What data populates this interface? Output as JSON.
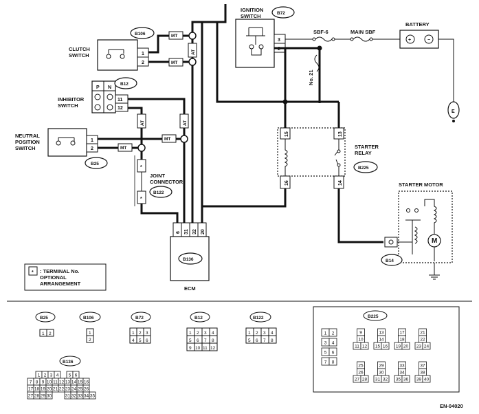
{
  "components": {
    "ignition_switch": "IGNITION\nSWITCH",
    "battery": "BATTERY",
    "sbf6": "SBF-6",
    "main_sbf": "MAIN SBF",
    "fuse21": "No. 21",
    "clutch_switch": "CLUTCH\nSWITCH",
    "inhibitor_switch": "INHIBITOR\nSWITCH",
    "neutral_switch": "NEUTRAL\nPOSITION\nSWITCH",
    "joint_connector": "JOINT\nCONNECTOR",
    "starter_relay": "STARTER\nRELAY",
    "starter_motor": "STARTER MOTOR",
    "ecm": "ECM",
    "motor_symbol": "M",
    "ground_symbol": "E",
    "inhibitor_p": "P",
    "inhibitor_n": "N",
    "joint_star": "*",
    "legend_text": ": TERMINAL No.\nOPTIONAL\nARRANGEMENT",
    "legend_star": "*"
  },
  "connector_ids": {
    "b72": "B72",
    "b106": "B106",
    "b12": "B12",
    "b25": "B25",
    "b122": "B122",
    "b136": "B136",
    "b225": "B225",
    "b14": "B14"
  },
  "pins": {
    "clutch": [
      "1",
      "2"
    ],
    "ign": [
      "3",
      "2"
    ],
    "inhibitor": [
      "11",
      "12"
    ],
    "neutral": [
      "1",
      "2"
    ],
    "relay": [
      "15",
      "13",
      "16",
      "14"
    ],
    "ecm": [
      "6",
      "31",
      "32",
      "20"
    ]
  },
  "wire_tags": {
    "mt": "MT",
    "at": "AT"
  },
  "connector_views": {
    "b25": [
      "1",
      "2"
    ],
    "b106": [
      "1",
      "2"
    ],
    "b72": [
      [
        "1",
        "2",
        "3"
      ],
      [
        "4",
        "5",
        "6"
      ]
    ],
    "b12": [
      [
        "1",
        "2",
        "3",
        "4"
      ],
      [
        "5",
        "6",
        "7",
        "8"
      ],
      [
        "9",
        "10",
        "11",
        "12"
      ]
    ],
    "b122": [
      [
        "1",
        "2",
        "3",
        "4"
      ],
      [
        "5",
        "6",
        "7",
        "8"
      ]
    ],
    "b136": [
      [
        "1",
        "2",
        "3",
        "4",
        "",
        "5",
        "6"
      ],
      [
        "7",
        "8",
        "9",
        "10",
        "11",
        "12",
        "13",
        "14",
        "15",
        "16"
      ],
      [
        "17",
        "18",
        "19",
        "20",
        "21",
        "22",
        "23",
        "24",
        "25",
        "26"
      ],
      [
        "27",
        "28",
        "29",
        "30",
        "",
        "",
        "31",
        "32",
        "33",
        "34",
        "35"
      ]
    ],
    "b225": {
      "c1": [
        [
          "1",
          "2"
        ],
        [
          "3",
          "4"
        ],
        [
          "5",
          "6"
        ],
        [
          "7",
          "8"
        ]
      ],
      "c2": [
        [
          "9"
        ],
        [
          "10"
        ],
        [
          "11",
          "12"
        ]
      ],
      "c3": [
        [
          "13"
        ],
        [
          "14"
        ],
        [
          "15",
          "16"
        ]
      ],
      "c4": [
        [
          "17"
        ],
        [
          "18"
        ],
        [
          "19",
          "20"
        ]
      ],
      "c5": [
        [
          "21"
        ],
        [
          "22"
        ],
        [
          "23",
          "24"
        ]
      ],
      "c6": [
        [
          "25"
        ],
        [
          "26"
        ],
        [
          "27",
          "28"
        ]
      ],
      "c7": [
        [
          "29"
        ],
        [
          "30"
        ],
        [
          "31",
          "32"
        ]
      ],
      "c8": [
        [
          "33"
        ],
        [
          "34"
        ],
        [
          "35",
          "36"
        ]
      ],
      "c9": [
        [
          "37"
        ],
        [
          "38"
        ],
        [
          "39",
          "40"
        ]
      ]
    }
  },
  "figure_code": "EN-04020"
}
